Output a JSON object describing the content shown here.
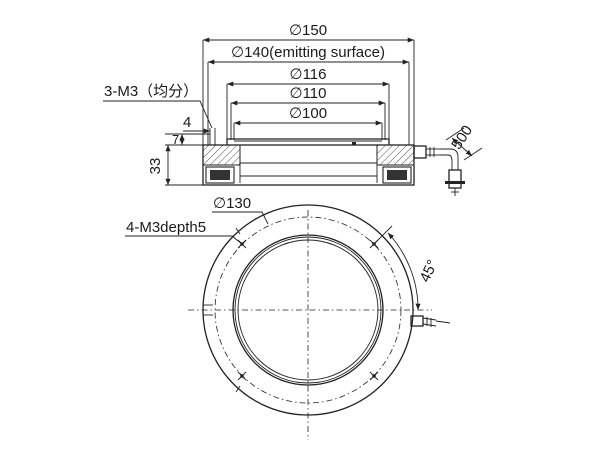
{
  "dimensions": {
    "outer_diameter": "∅150",
    "emitting_surface": "∅140(emitting surface)",
    "d116": "∅116",
    "d110": "∅110",
    "d100": "∅100",
    "height": "33",
    "offset_7": "7",
    "offset_4": "4",
    "cable_length": "500",
    "bolt_circle": "∅130",
    "angle": "45°"
  },
  "callouts": {
    "side_holes": "3-M3（均分）",
    "bottom_holes": "4-M3depth5"
  }
}
